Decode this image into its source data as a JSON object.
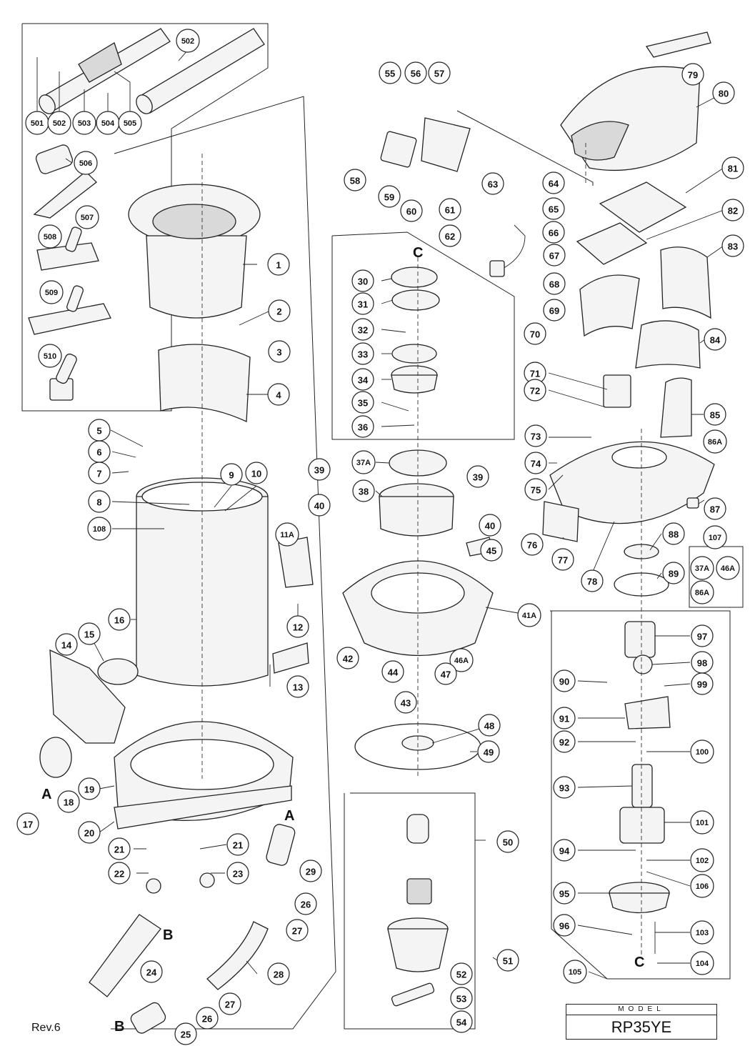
{
  "revision": "Rev.6",
  "model": {
    "label": "MODEL",
    "name": "RP35YE"
  },
  "ref_letters": [
    "A",
    "A",
    "B",
    "B",
    "C",
    "C"
  ],
  "callouts": [
    "501",
    "502",
    "503",
    "504",
    "505",
    "502",
    "506",
    "507",
    "508",
    "509",
    "510",
    "1",
    "2",
    "3",
    "4",
    "5",
    "6",
    "7",
    "8",
    "108",
    "9",
    "10",
    "11A",
    "12",
    "13",
    "14",
    "15",
    "16",
    "17",
    "18",
    "19",
    "20",
    "21",
    "21",
    "22",
    "23",
    "24",
    "25",
    "26",
    "27",
    "26",
    "27",
    "28",
    "29",
    "55",
    "56",
    "57",
    "58",
    "59",
    "60",
    "63",
    "64",
    "61",
    "65",
    "62",
    "66",
    "67",
    "68",
    "69",
    "70",
    "71",
    "72",
    "30",
    "31",
    "32",
    "33",
    "34",
    "35",
    "36",
    "37A",
    "38",
    "39",
    "39",
    "40",
    "40",
    "45",
    "41A",
    "42",
    "44",
    "46A",
    "47",
    "43",
    "48",
    "49",
    "50",
    "51",
    "52",
    "53",
    "54",
    "79",
    "80",
    "81",
    "82",
    "83",
    "84",
    "85",
    "73",
    "74",
    "75",
    "86A",
    "76",
    "77",
    "78",
    "87",
    "88",
    "89",
    "107",
    "37A",
    "46A",
    "86A",
    "97",
    "98",
    "90",
    "99",
    "91",
    "92",
    "100",
    "93",
    "101",
    "94",
    "102",
    "106",
    "95",
    "96",
    "103",
    "104",
    "105"
  ]
}
